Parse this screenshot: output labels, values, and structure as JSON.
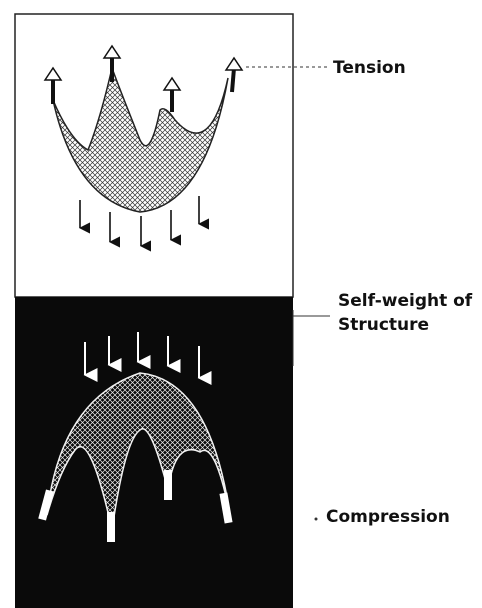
{
  "labels": {
    "tension": "Tension",
    "self_weight_line1": "Self-weight of",
    "self_weight_line2": "Structure",
    "compression": "Compression"
  },
  "colors": {
    "panel_top_bg": "#ffffff",
    "panel_bottom_bg": "#0a0a0a",
    "ink": "#111111",
    "mesh_light": "#f2f2f2"
  },
  "icons": [
    "up-arrow-icon",
    "down-arrow-icon"
  ]
}
